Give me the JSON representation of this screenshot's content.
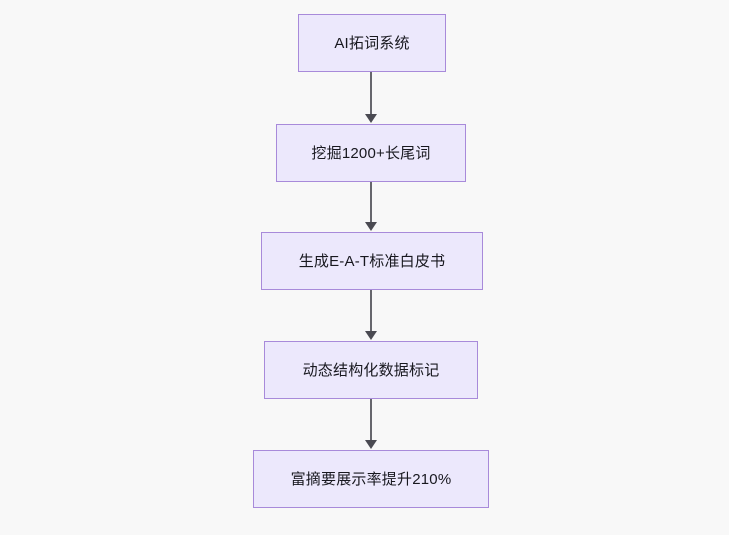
{
  "diagram": {
    "type": "flowchart",
    "orientation": "top-to-bottom",
    "background_color": "#f8f8f8",
    "node_fill_color": "#ece8fc",
    "node_border_color": "#a88ada",
    "node_text_color": "#18181f",
    "edge_color": "#66666d",
    "nodes": [
      {
        "id": "node-0",
        "label": "AI拓词系统"
      },
      {
        "id": "node-1",
        "label": "挖掘1200+长尾词"
      },
      {
        "id": "node-2",
        "label": "生成E-A-T标准白皮书"
      },
      {
        "id": "node-3",
        "label": "动态结构化数据标记"
      },
      {
        "id": "node-4",
        "label": "富摘要展示率提升210%"
      }
    ],
    "edges": [
      {
        "id": "edge-0",
        "from": "node-0",
        "to": "node-1",
        "label": ""
      },
      {
        "id": "edge-1",
        "from": "node-1",
        "to": "node-2",
        "label": ""
      },
      {
        "id": "edge-2",
        "from": "node-2",
        "to": "node-3",
        "label": ""
      },
      {
        "id": "edge-3",
        "from": "node-3",
        "to": "node-4",
        "label": ""
      }
    ]
  }
}
